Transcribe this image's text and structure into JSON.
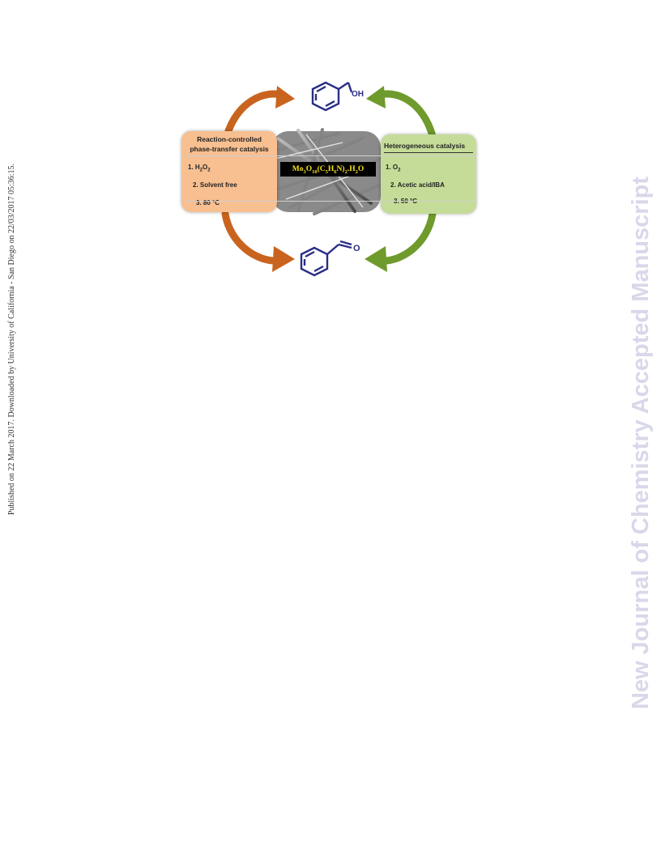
{
  "side_note": "Published on 22 March 2017. Downloaded by University of California - San Diego on 22/03/2017 05:36:15.",
  "watermark": "New Journal of Chemistry Accepted Manuscript",
  "figure": {
    "top_molecule_label": "OH",
    "bottom_molecule_label": "O",
    "formula": {
      "p1": "Mo",
      "s1": "3",
      "p2": "O",
      "s2": "10",
      "p3": "(C",
      "s3": "5",
      "p4": "H",
      "s4": "6",
      "p5": "N)",
      "s5": "2",
      "p6": ".H",
      "s6": "2",
      "p7": "O"
    },
    "left_box": {
      "title_line1": "Reaction-controlled",
      "title_line2": "phase-transfer catalysis",
      "item1_prefix": "1. H",
      "item1_sub1": "2",
      "item1_mid": "O",
      "item1_sub2": "2",
      "item2": "2. Solvent free",
      "item3": "3. 80 °C"
    },
    "right_box": {
      "title": "Heterogeneous catalysis",
      "item1_prefix": "1. O",
      "item1_sub": "2",
      "item2": "2. Acetic acid/IBA",
      "item3": "3. 50 °C"
    },
    "colors": {
      "orange_arrow": "#c9641f",
      "green_arrow": "#6f9a2c",
      "molecule": "#2a2e85"
    }
  }
}
